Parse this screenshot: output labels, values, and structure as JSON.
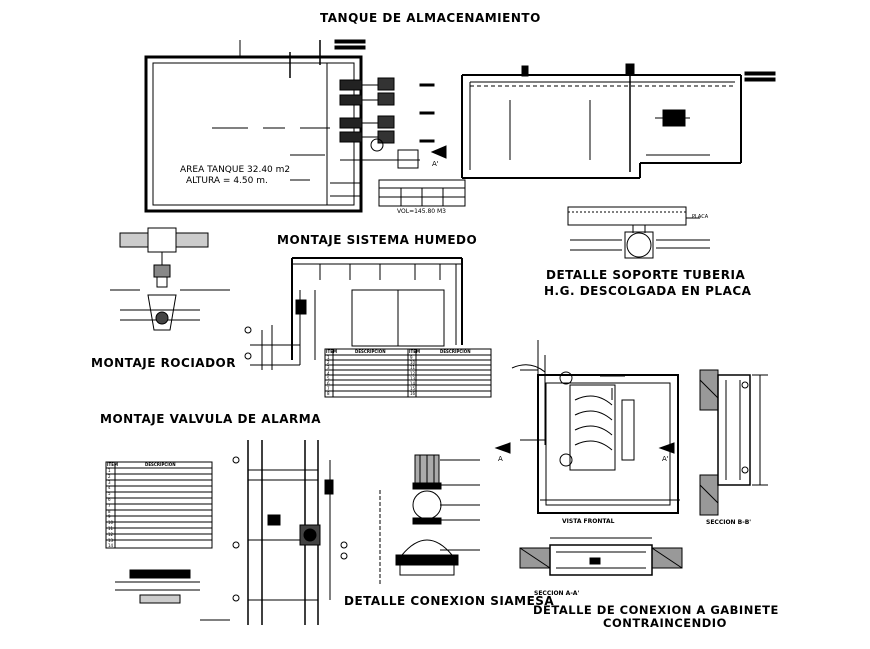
{
  "titles": {
    "tanque": "TANQUE DE ALMACENAMIENTO",
    "sistema_humedo": "MONTAJE SISTEMA HUMEDO",
    "rociador": "MONTAJE ROCIADOR",
    "valvula_alarma": "MONTAJE VALVULA DE ALARMA",
    "soporte_line1": "DETALLE SOPORTE TUBERIA",
    "soporte_line2": "H.G. DESCOLGADA EN PLACA",
    "siamesa": "DETALLE CONEXION SIAMESA",
    "gabinete_line1": "DETALLE DE CONEXION A GABINETE",
    "gabinete_line2": "CONTRAINCENDIO"
  },
  "labels": {
    "area_tanque": "AREA TANQUE 32.40 m2",
    "altura": "ALTURA = 4.50 m.",
    "vol": "VOL=145.80 M3",
    "vista_frontal": "VISTA FRONTAL",
    "seccion_b": "SECCION B-B'",
    "seccion_a": "SECCION A-A'",
    "placa": "PLACA",
    "marker_a": "A",
    "marker_a_prime": "A'"
  },
  "legend_humedo": {
    "headers": [
      "ITEM",
      "DESCRIPCION",
      "ITEM",
      "DESCRIPCION"
    ],
    "left_items": [
      "1",
      "2",
      "3",
      "4",
      "5",
      "6",
      "7",
      "8"
    ],
    "right_items": [
      "9",
      "10",
      "11",
      "12",
      "13",
      "14",
      "15",
      "16"
    ]
  },
  "legend_valvula": {
    "headers": [
      "ITEM",
      "DESCRIPCION"
    ],
    "items": [
      "1",
      "2",
      "3",
      "4",
      "5",
      "6",
      "7",
      "8",
      "9",
      "10",
      "11",
      "12",
      "13",
      "14"
    ]
  }
}
